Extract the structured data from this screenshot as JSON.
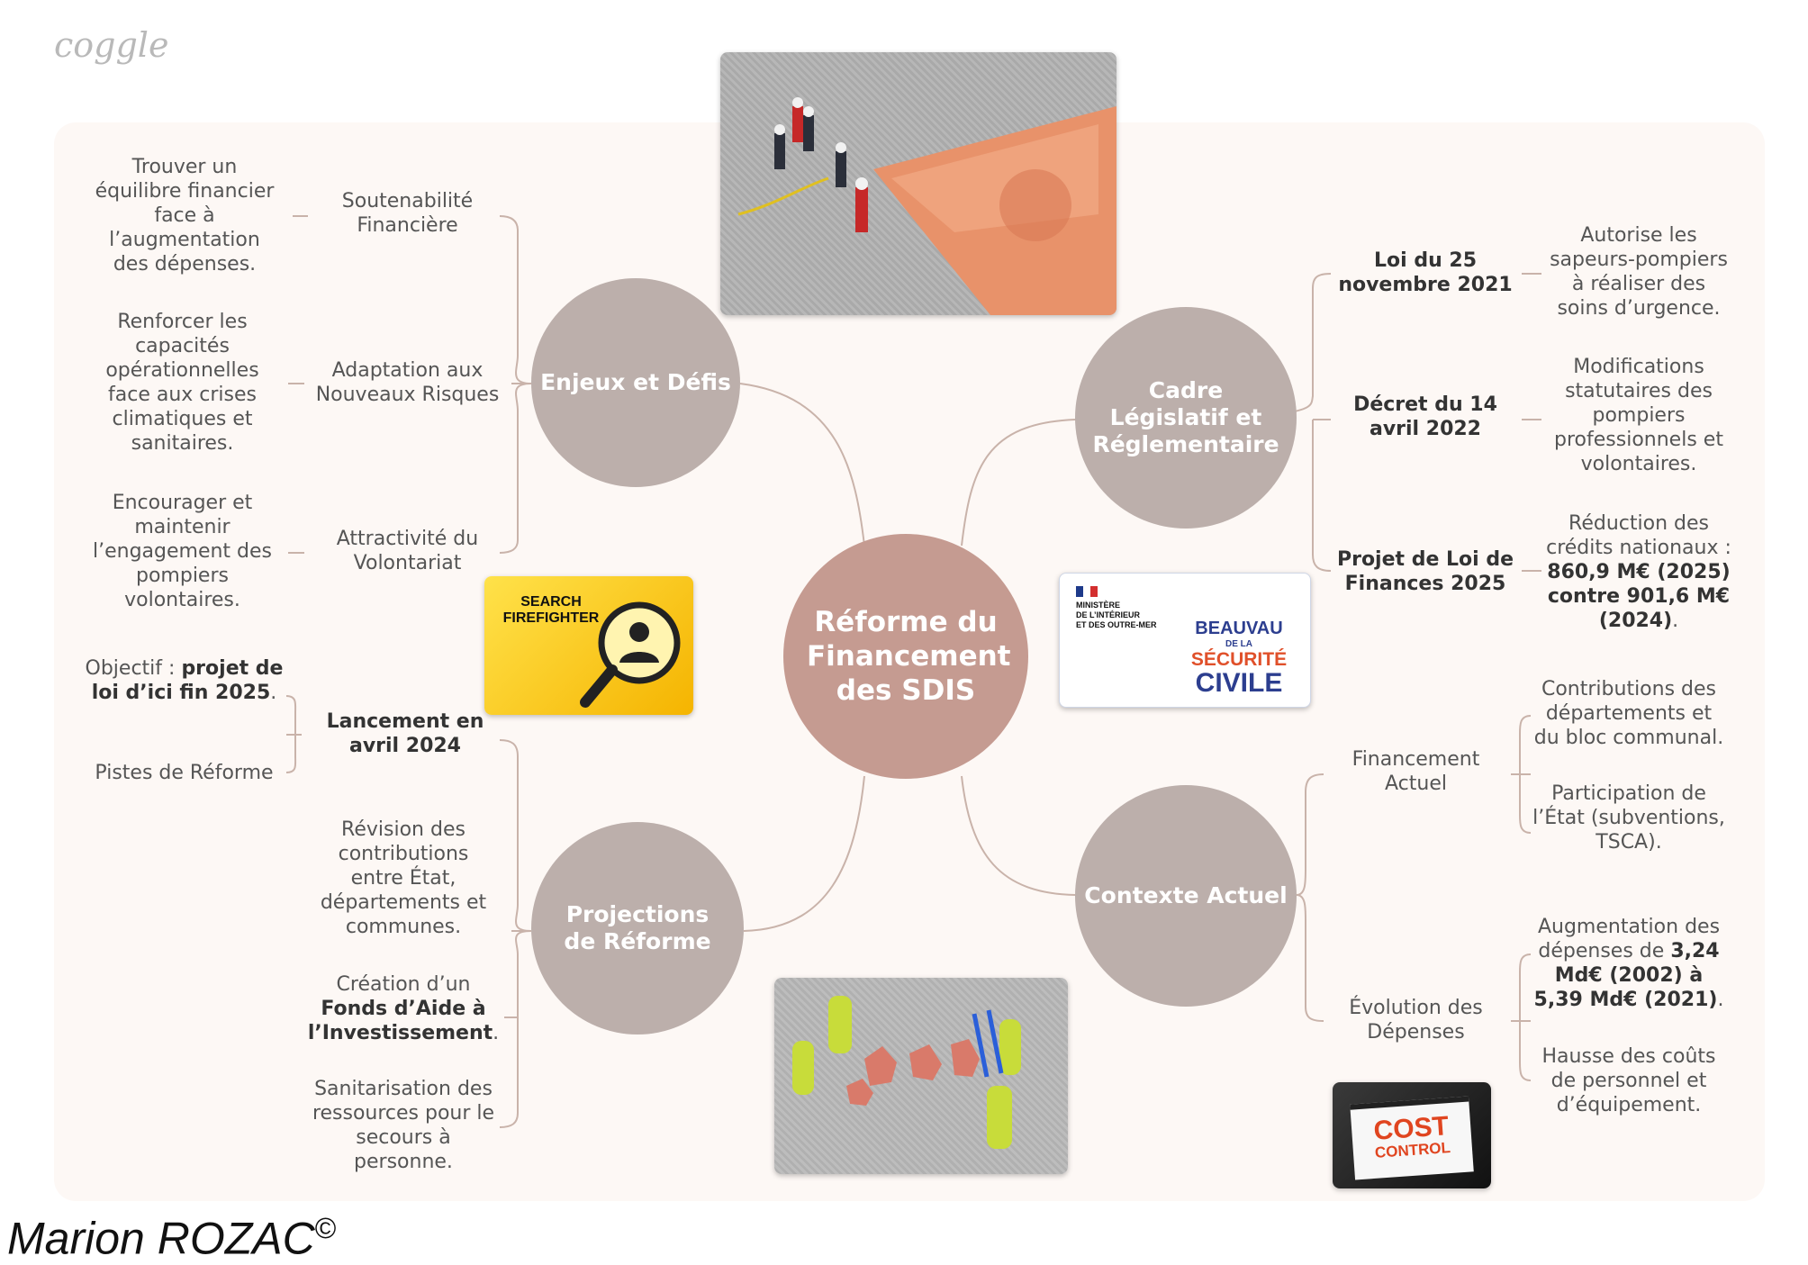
{
  "logo": "coggle",
  "author": "Marion ROZAC",
  "author_mark": "©",
  "center": "Réforme du Financement des SDIS",
  "branches": {
    "enjeux": {
      "label": "Enjeux et Défis",
      "items": [
        {
          "label": "Soutenabilité Financière",
          "detail": "Trouver un équilibre financier face à l’augmentation des dépenses."
        },
        {
          "label": "Adaptation aux Nouveaux Risques",
          "detail": "Renforcer les capacités opérationnelles face aux crises climatiques et sanitaires."
        },
        {
          "label": "Attractivité du Volontariat",
          "detail": "Encourager et maintenir l’engagement des pompiers volontaires."
        }
      ]
    },
    "cadre": {
      "label": "Cadre Législatif et Réglementaire",
      "items": [
        {
          "label": "Loi du 25 novembre 2021",
          "detail": "Autorise les sapeurs-pompiers à réaliser des soins d’urgence."
        },
        {
          "label": "Décret du 14 avril 2022",
          "detail": "Modifications statutaires des pompiers professionnels et volontaires."
        },
        {
          "label": "Projet de Loi de Finances 2025",
          "detail_pre": "Réduction des crédits nationaux :",
          "detail_bold": "860,9 M€ (2025) contre 901,6 M€ (2024)",
          "detail_post": "."
        }
      ]
    },
    "projections": {
      "label": "Projections de Réforme",
      "lancement": "Lancement en avril 2024",
      "objectif_pre": "Objectif :",
      "objectif_bold": "projet de loi d’ici fin 2025",
      "objectif_post": ".",
      "pistes": "Pistes de Réforme",
      "items": [
        {
          "text": "Révision des contributions entre État, départements et communes."
        },
        {
          "pre": "Création d’un",
          "bold": "Fonds d’Aide à l’Investissement",
          "post": "."
        },
        {
          "text": "Sanitarisation des ressources pour le secours à personne."
        }
      ]
    },
    "contexte": {
      "label": "Contexte Actuel",
      "financement": {
        "label": "Financement Actuel",
        "details": [
          "Contributions des départements et du bloc communal.",
          "Participation de l’État (subventions, TSCA)."
        ]
      },
      "evolution": {
        "label": "Évolution des Dépenses",
        "detail1_pre": "Augmentation des dépenses de",
        "detail1_bold": "3,24 Md€ (2002) à 5,39 Md€ (2021)",
        "detail1_post": ".",
        "detail2": "Hausse des coûts de personnel et d’équipement."
      }
    }
  },
  "images": {
    "search": {
      "line1": "SEARCH",
      "line2": "FIREFIGHTER"
    },
    "ministere": {
      "line1": "MINISTÈRE",
      "line2": "DE L’INTÉRIEUR",
      "line3": "ET DES OUTRE-MER",
      "b1": "BEAUVAU",
      "b2": "DE LA",
      "b3": "SÉCURITÉ",
      "b4": "CIVILE"
    },
    "cost": {
      "line1": "COST",
      "line2": "CONTROL"
    }
  },
  "colors": {
    "center": "#c59b91",
    "branch": "#bcafab",
    "line": "#c9b3aa",
    "board": "#fdf8f5"
  }
}
